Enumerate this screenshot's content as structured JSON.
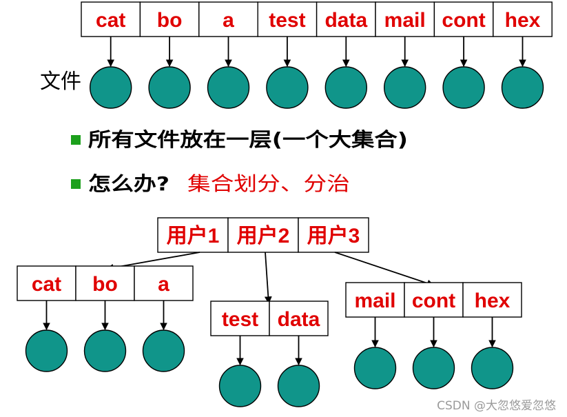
{
  "colors": {
    "cell_text": "#e00000",
    "node_fill": "#10958a",
    "bullet": "#1ca01c",
    "highlight": "#e00000"
  },
  "top_row": {
    "cells": [
      "cat",
      "bo",
      "a",
      "test",
      "data",
      "mail",
      "cont",
      "hex"
    ],
    "node_label": "文件"
  },
  "bullets": [
    {
      "text": "所有文件放在一层(一个大集合)",
      "highlight": ""
    },
    {
      "text": "怎么办?",
      "highlight": "集合划分、分治"
    }
  ],
  "users": [
    "用户1",
    "用户2",
    "用户3"
  ],
  "groups": [
    {
      "cells": [
        "cat",
        "bo",
        "a"
      ]
    },
    {
      "cells": [
        "test",
        "data"
      ]
    },
    {
      "cells": [
        "mail",
        "cont",
        "hex"
      ]
    }
  ],
  "watermark": "CSDN @大忽悠爱忽悠"
}
